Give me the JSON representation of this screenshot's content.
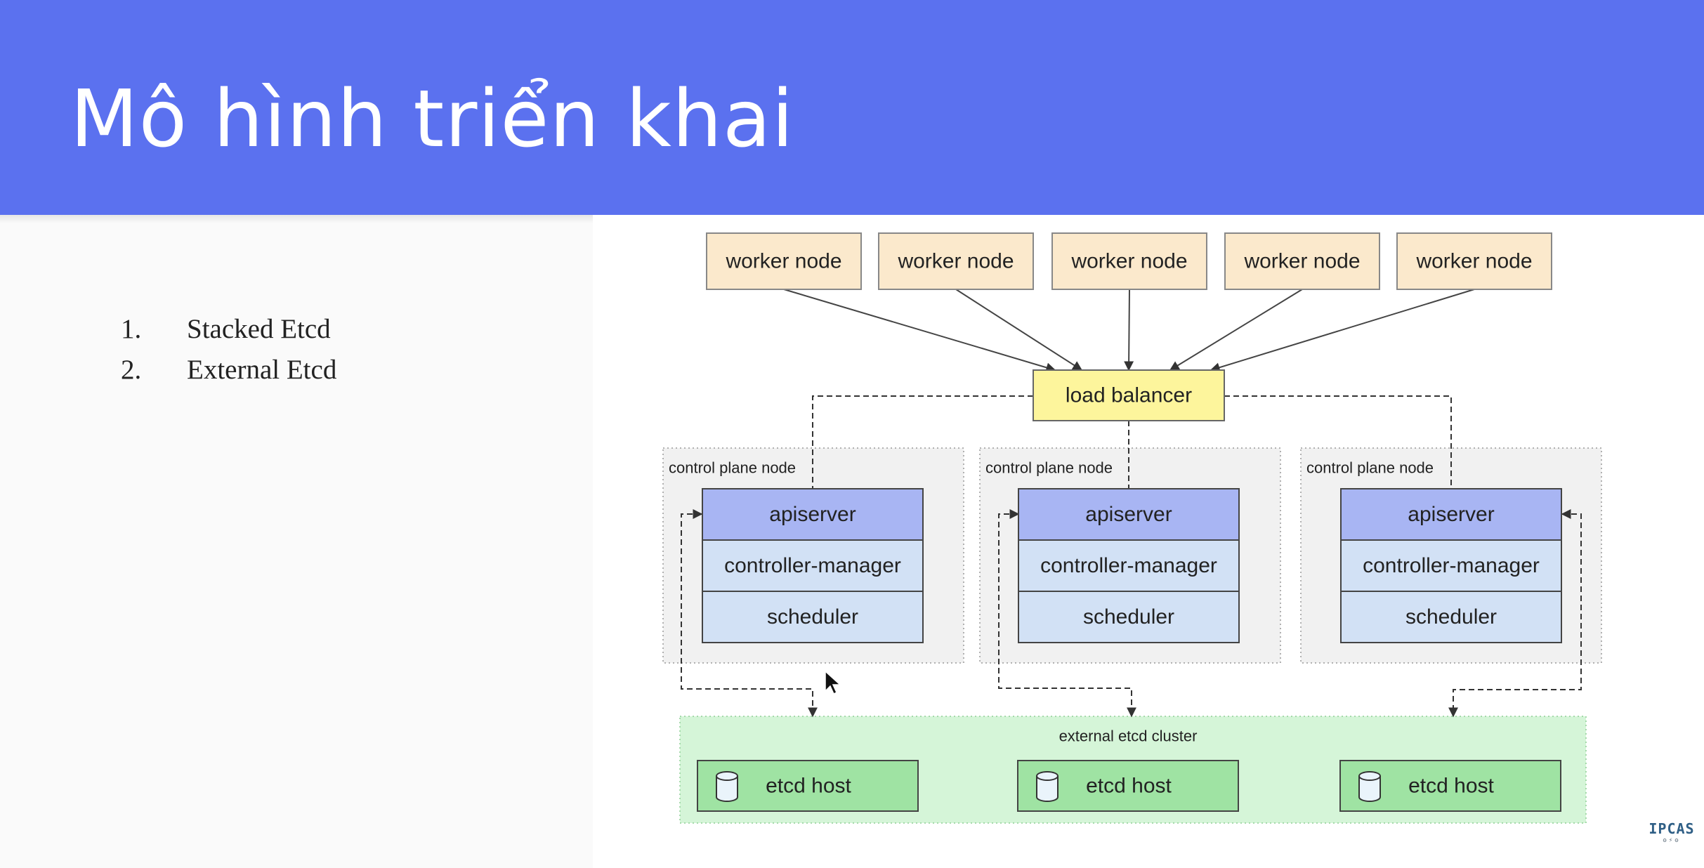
{
  "slide": {
    "title": "Mô hình triển khai",
    "list": [
      {
        "number": "1.",
        "text": "Stacked Etcd"
      },
      {
        "number": "2.",
        "text": "External Etcd"
      }
    ],
    "logo_text": "IPCAS"
  },
  "diagram": {
    "worker_nodes": [
      "worker node",
      "worker node",
      "worker node",
      "worker node",
      "worker node"
    ],
    "load_balancer": "load balancer",
    "control_plane_nodes": [
      {
        "label": "control plane node",
        "components": [
          "apiserver",
          "controller-manager",
          "scheduler"
        ]
      },
      {
        "label": "control plane node",
        "components": [
          "apiserver",
          "controller-manager",
          "scheduler"
        ]
      },
      {
        "label": "control plane node",
        "components": [
          "apiserver",
          "controller-manager",
          "scheduler"
        ]
      }
    ],
    "etcd_cluster_label": "external etcd cluster",
    "etcd_hosts": [
      "etcd host",
      "etcd host",
      "etcd host"
    ],
    "colors": {
      "header": "#5b71ef",
      "worker": "#fbe9cc",
      "load_balancer": "#fdf59c",
      "apiserver": "#a8b5f3",
      "control_component": "#d2e1f5",
      "control_plane_bg": "#f1f1f1",
      "etcd_cluster_bg": "#d5f5d8",
      "etcd_host": "#9fe3a3"
    }
  }
}
